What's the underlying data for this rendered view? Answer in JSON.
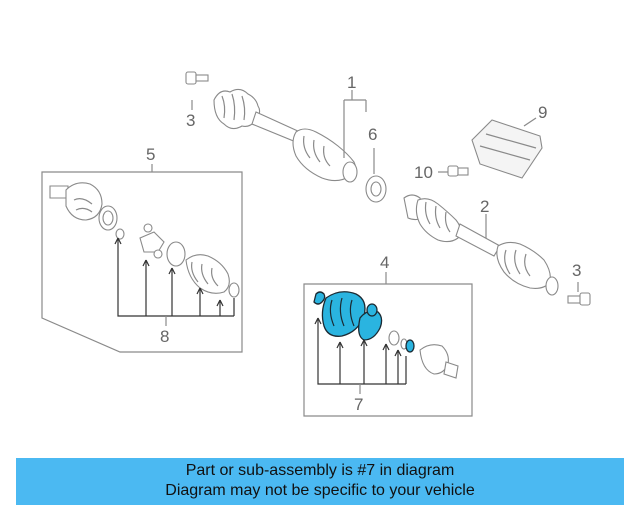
{
  "diagram": {
    "callouts": {
      "c1": "1",
      "c2": "2",
      "c3a": "3",
      "c3b": "3",
      "c4": "4",
      "c5": "5",
      "c6": "6",
      "c7": "7",
      "c8": "8",
      "c9": "9",
      "c10": "10"
    },
    "highlight_part": "7",
    "highlight_color": "#2ab4e0"
  },
  "caption": {
    "line1": "Part or sub-assembly is #7 in diagram",
    "line2": "Diagram may not be specific to your vehicle",
    "background": "#4bb9f2"
  }
}
